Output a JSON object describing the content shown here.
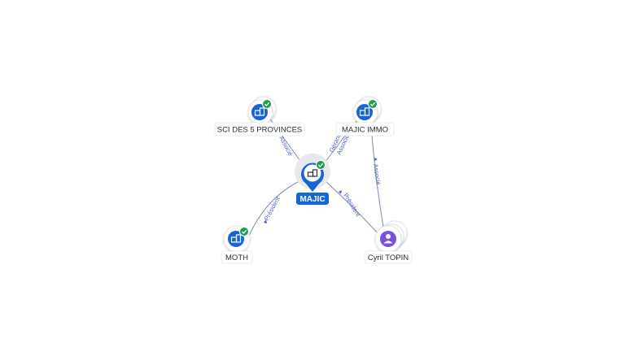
{
  "graph": {
    "nodes": [
      {
        "id": "majic",
        "label": "MAJIC",
        "kind": "company",
        "verified": true,
        "main": true,
        "icon": "building-icon"
      },
      {
        "id": "sci5p",
        "label": "SCI DES 5 PROVINCES",
        "kind": "company",
        "verified": true,
        "icon": "building-icon"
      },
      {
        "id": "majicimmo",
        "label": "MAJIC IMMO",
        "kind": "company",
        "verified": true,
        "icon": "building-icon"
      },
      {
        "id": "moth",
        "label": "MOTH",
        "kind": "company",
        "verified": true,
        "icon": "building-icon"
      },
      {
        "id": "cyril",
        "label": "Cyril TOPIN",
        "kind": "person",
        "verified": false,
        "icon": "person-icon"
      }
    ],
    "edges": [
      {
        "id": "e1",
        "from": "majic",
        "to": "sci5p",
        "label": "Associé"
      },
      {
        "id": "e2",
        "from": "majic",
        "to": "majicimmo",
        "label": "Gérant",
        "label2": "Associé"
      },
      {
        "id": "e3",
        "from": "majic",
        "to": "moth",
        "label": "Président"
      },
      {
        "id": "e4",
        "from": "cyril",
        "to": "majic",
        "label": "Président"
      },
      {
        "id": "e5",
        "from": "cyril",
        "to": "majicimmo",
        "label": "Associé"
      }
    ]
  },
  "colors": {
    "primary": "#1565d8",
    "verified": "#1e9e4f",
    "person": "#7b4fe0",
    "edge": "#7f8aa8",
    "edge_label": "#4a5fc7"
  }
}
